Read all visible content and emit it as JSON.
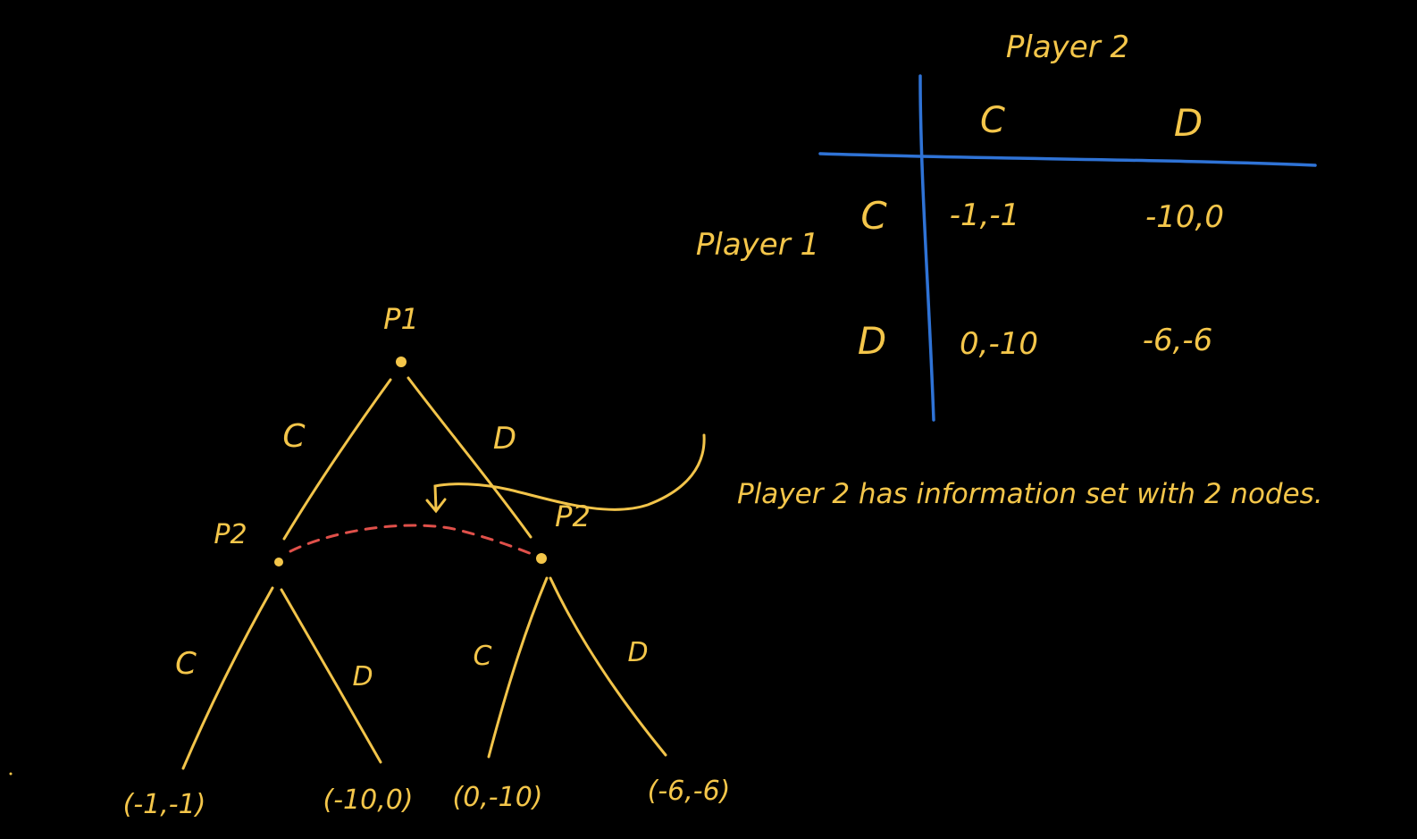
{
  "colors": {
    "background": "#000000",
    "ink_yellow": "#f4c64a",
    "grid_blue": "#2f73d6",
    "info_set_red": "#e0504a"
  },
  "matrix": {
    "column_player": "Player 2",
    "row_player": "Player 1",
    "column_headers": [
      "C",
      "D"
    ],
    "row_headers": [
      "C",
      "D"
    ],
    "cells": [
      [
        "-1,-1",
        "-10,0"
      ],
      [
        "0,-10",
        "-6,-6"
      ]
    ]
  },
  "tree": {
    "root_label": "P1",
    "root_branches": [
      "C",
      "D"
    ],
    "left_node_label": "P2",
    "right_node_label": "P2",
    "left_branches": [
      "C",
      "D"
    ],
    "right_branches": [
      "C",
      "D"
    ],
    "payoffs": [
      "(-1,-1)",
      "(-10,0)",
      "(0,-10)",
      "(-6,-6)"
    ]
  },
  "annotation": "Player 2 has information set with 2 nodes."
}
